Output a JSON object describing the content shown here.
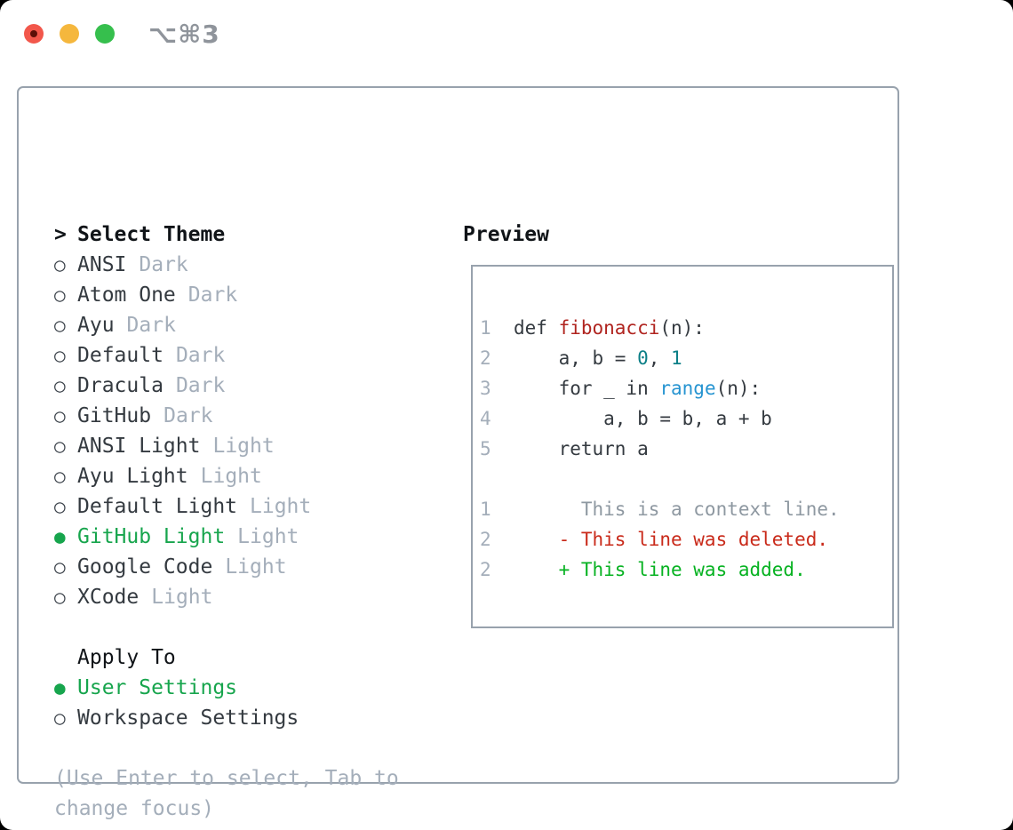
{
  "window": {
    "title": "⌥⌘3"
  },
  "traffic_lights": {
    "close_color": "#f2574b",
    "minimize_color": "#f5b73d",
    "maximize_color": "#36bf4d"
  },
  "theme_list": {
    "pointer": ">",
    "header": "Select Theme",
    "items": [
      {
        "marker": "○",
        "name": "ANSI",
        "tag": "Dark",
        "selected": false
      },
      {
        "marker": "○",
        "name": "Atom One",
        "tag": "Dark",
        "selected": false
      },
      {
        "marker": "○",
        "name": "Ayu",
        "tag": "Dark",
        "selected": false
      },
      {
        "marker": "○",
        "name": "Default",
        "tag": "Dark",
        "selected": false
      },
      {
        "marker": "○",
        "name": "Dracula",
        "tag": "Dark",
        "selected": false
      },
      {
        "marker": "○",
        "name": "GitHub",
        "tag": "Dark",
        "selected": false
      },
      {
        "marker": "○",
        "name": "ANSI Light",
        "tag": "Light",
        "selected": false
      },
      {
        "marker": "○",
        "name": "Ayu Light",
        "tag": "Light",
        "selected": false
      },
      {
        "marker": "○",
        "name": "Default Light",
        "tag": "Light",
        "selected": false
      },
      {
        "marker": "●",
        "name": "GitHub Light",
        "tag": "Light",
        "selected": true
      },
      {
        "marker": "○",
        "name": "Google Code",
        "tag": "Light",
        "selected": false
      },
      {
        "marker": "○",
        "name": "XCode",
        "tag": "Light",
        "selected": false
      }
    ]
  },
  "apply_to": {
    "header": "Apply To",
    "options": [
      {
        "marker": "●",
        "name": "User Settings",
        "selected": true
      },
      {
        "marker": "○",
        "name": "Workspace Settings",
        "selected": false
      }
    ]
  },
  "help_text": "(Use Enter to select, Tab to change focus)",
  "preview": {
    "header": "Preview",
    "lines": [
      {
        "num": "1",
        "segments": [
          {
            "text": "def ",
            "style": "code"
          },
          {
            "text": "fibonacci",
            "style": "function"
          },
          {
            "text": "(n):",
            "style": "code"
          }
        ]
      },
      {
        "num": "2",
        "segments": [
          {
            "text": "    a, b = ",
            "style": "code"
          },
          {
            "text": "0",
            "style": "number"
          },
          {
            "text": ", ",
            "style": "code"
          },
          {
            "text": "1",
            "style": "number"
          }
        ]
      },
      {
        "num": "3",
        "segments": [
          {
            "text": "    for _ in ",
            "style": "code"
          },
          {
            "text": "range",
            "style": "builtin"
          },
          {
            "text": "(n):",
            "style": "code"
          }
        ]
      },
      {
        "num": "4",
        "segments": [
          {
            "text": "        a, b = b, a + b",
            "style": "code"
          }
        ]
      },
      {
        "num": "5",
        "segments": [
          {
            "text": "    return a",
            "style": "code"
          }
        ]
      },
      {
        "num": "",
        "segments": []
      },
      {
        "num": "1",
        "segments": [
          {
            "text": "      This is a context line.",
            "style": "context"
          }
        ]
      },
      {
        "num": "2",
        "segments": [
          {
            "text": "    - This line was deleted.",
            "style": "removed"
          }
        ]
      },
      {
        "num": "2",
        "segments": [
          {
            "text": "    + This line was added.",
            "style": "added"
          }
        ]
      }
    ]
  },
  "colors": {
    "accent_green": "#17a54d",
    "added_green": "#06b221",
    "removed_red": "#c92a1a",
    "function_red": "#b0241f",
    "builtin_blue": "#2694d1",
    "number_teal": "#0c7f87",
    "muted_gray": "#a4aeba",
    "context_gray": "#8e98a1",
    "text_dark": "#343a40",
    "border_gray": "#98a2ad"
  }
}
